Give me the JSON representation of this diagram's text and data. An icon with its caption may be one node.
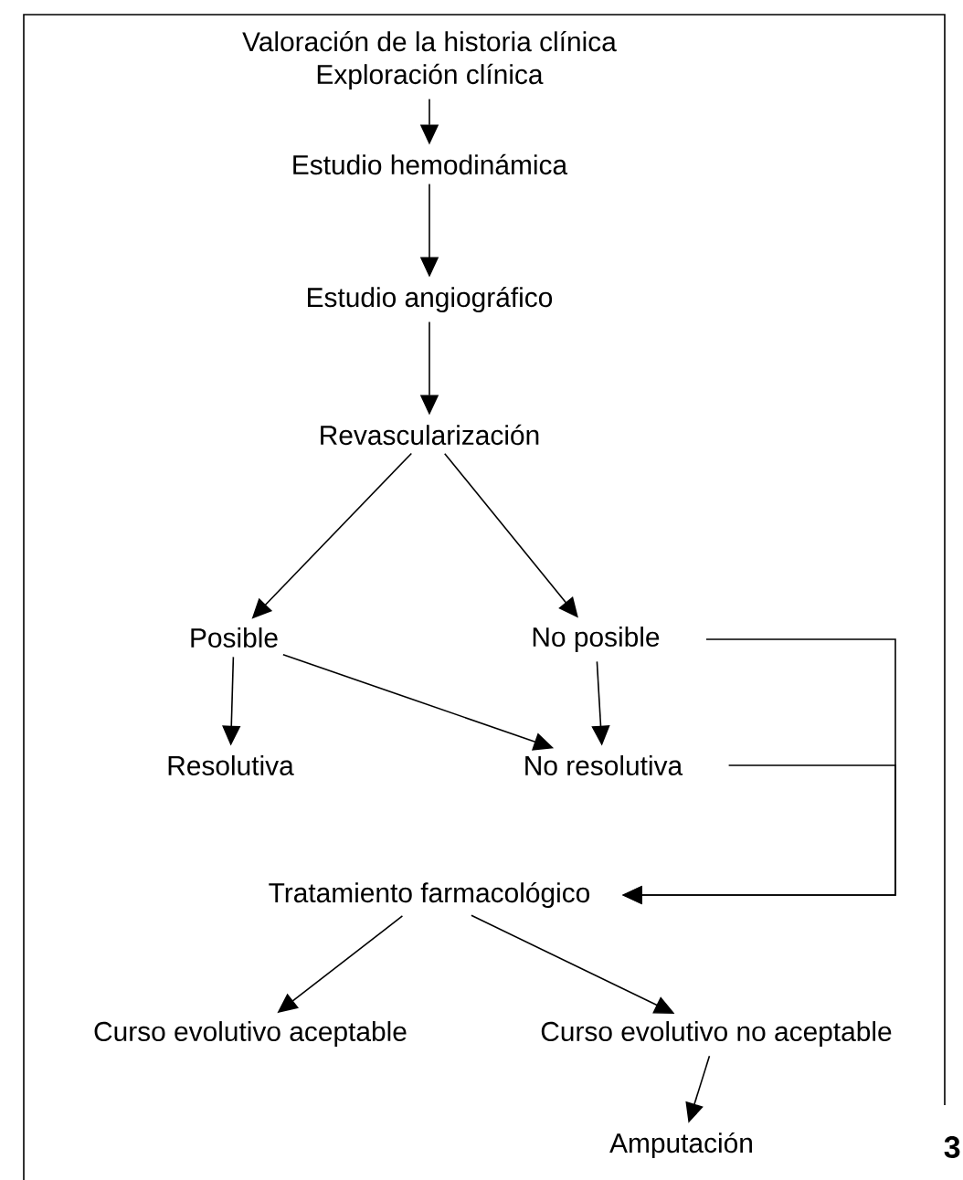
{
  "diagram": {
    "nodes": [
      {
        "text": [
          "Valoración de la historia clínica",
          "Exploración clínica"
        ]
      },
      {
        "text": [
          "Estudio hemodinámica"
        ]
      },
      {
        "text": [
          "Estudio angiográfico"
        ]
      },
      {
        "text": [
          "Revascularización"
        ]
      },
      {
        "text": [
          "Posible"
        ]
      },
      {
        "text": [
          "No posible"
        ]
      },
      {
        "text": [
          "Resolutiva"
        ]
      },
      {
        "text": [
          "No resolutiva"
        ]
      },
      {
        "text": [
          "Tratamiento farmacológico"
        ]
      },
      {
        "text": [
          "Curso evolutivo aceptable"
        ]
      },
      {
        "text": [
          "Curso evolutivo no aceptable"
        ]
      },
      {
        "text": [
          "Amputación"
        ]
      }
    ],
    "edges": [
      {
        "from": 0,
        "to": 1,
        "arrow": "to"
      },
      {
        "from": 1,
        "to": 2,
        "arrow": "to"
      },
      {
        "from": 2,
        "to": 3,
        "arrow": "to"
      },
      {
        "from": 3,
        "to": 4,
        "arrow": "to"
      },
      {
        "from": 3,
        "to": 5,
        "arrow": "to"
      },
      {
        "from": 4,
        "to": 6,
        "arrow": "to"
      },
      {
        "from": 4,
        "to": 7,
        "arrow": "to"
      },
      {
        "from": 5,
        "to": 7,
        "arrow": "to"
      },
      {
        "from": 5,
        "to": 8,
        "arrow": "to"
      },
      {
        "from": 7,
        "to": 8,
        "arrow": "to"
      },
      {
        "from": 8,
        "to": 9,
        "arrow": "to"
      },
      {
        "from": 8,
        "to": 10,
        "arrow": "to"
      },
      {
        "from": 10,
        "to": 11,
        "arrow": "to"
      }
    ],
    "labels": [
      "3"
    ]
  }
}
